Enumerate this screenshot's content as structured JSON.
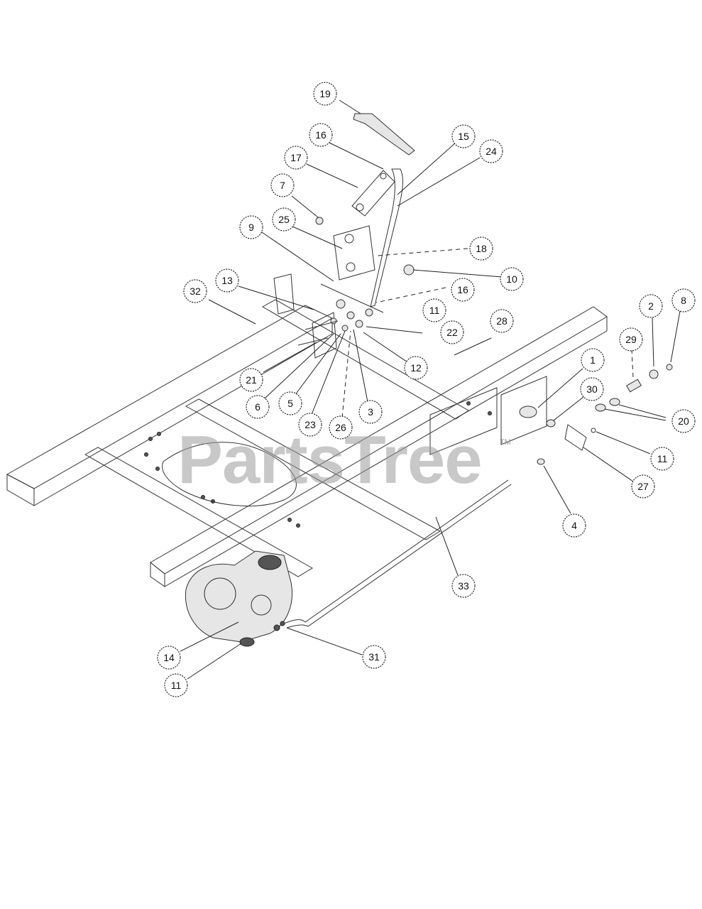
{
  "watermark": {
    "text": "PartsTree",
    "tm": "TM"
  },
  "callouts": [
    {
      "id": "c19",
      "label": "19"
    },
    {
      "id": "c16a",
      "label": "16"
    },
    {
      "id": "c15",
      "label": "15"
    },
    {
      "id": "c17",
      "label": "17"
    },
    {
      "id": "c24",
      "label": "24"
    },
    {
      "id": "c7",
      "label": "7"
    },
    {
      "id": "c9",
      "label": "9"
    },
    {
      "id": "c25",
      "label": "25"
    },
    {
      "id": "c18",
      "label": "18"
    },
    {
      "id": "c13",
      "label": "13"
    },
    {
      "id": "c32",
      "label": "32"
    },
    {
      "id": "c10",
      "label": "10"
    },
    {
      "id": "c16b",
      "label": "16"
    },
    {
      "id": "c11a",
      "label": "11"
    },
    {
      "id": "c28",
      "label": "28"
    },
    {
      "id": "c2",
      "label": "2"
    },
    {
      "id": "c8",
      "label": "8"
    },
    {
      "id": "c22",
      "label": "22"
    },
    {
      "id": "c29",
      "label": "29"
    },
    {
      "id": "c1",
      "label": "1"
    },
    {
      "id": "c12",
      "label": "12"
    },
    {
      "id": "c21",
      "label": "21"
    },
    {
      "id": "c30",
      "label": "30"
    },
    {
      "id": "c6",
      "label": "6"
    },
    {
      "id": "c5",
      "label": "5"
    },
    {
      "id": "c3",
      "label": "3"
    },
    {
      "id": "c20",
      "label": "20"
    },
    {
      "id": "c23",
      "label": "23"
    },
    {
      "id": "c26",
      "label": "26"
    },
    {
      "id": "c11b",
      "label": "11"
    },
    {
      "id": "c27",
      "label": "27"
    },
    {
      "id": "c4",
      "label": "4"
    },
    {
      "id": "c33",
      "label": "33"
    },
    {
      "id": "c14",
      "label": "14"
    },
    {
      "id": "c31",
      "label": "31"
    },
    {
      "id": "c11c",
      "label": "11"
    }
  ]
}
